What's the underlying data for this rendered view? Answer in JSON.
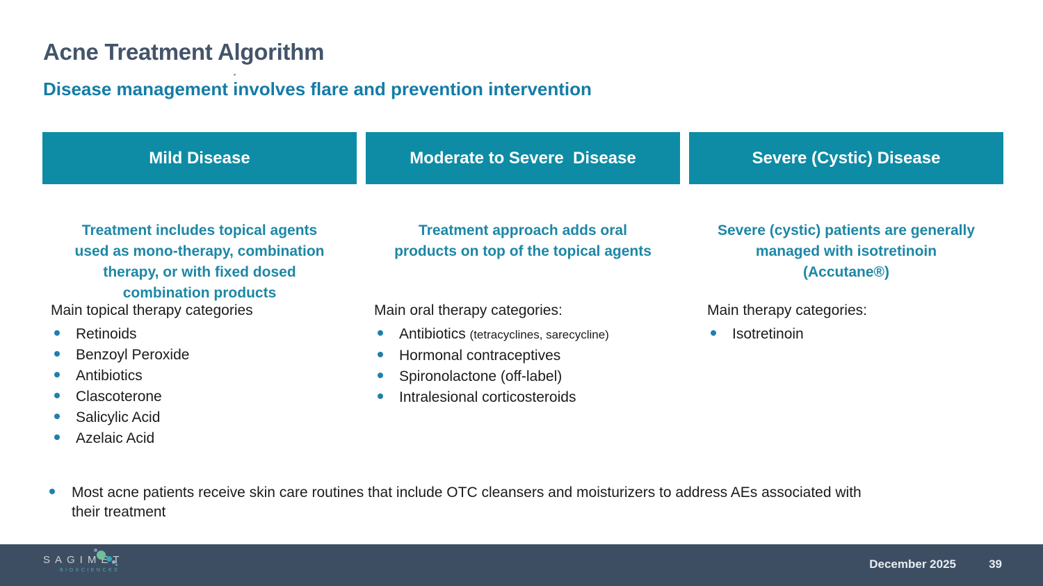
{
  "slide": {
    "title": "Acne Treatment Algorithm",
    "subtitle": "Disease management involves flare and prevention intervention"
  },
  "columns": [
    {
      "header": "Mild Disease",
      "summary": "Treatment includes topical agents\nused as mono-therapy, combination\ntherapy, or with fixed dosed\ncombination products",
      "list_heading": "Main topical therapy categories",
      "items": [
        {
          "text": "Retinoids"
        },
        {
          "text": "Benzoyl Peroxide"
        },
        {
          "text": "Antibiotics"
        },
        {
          "text": "Clascoterone"
        },
        {
          "text": "Salicylic Acid"
        },
        {
          "text": "Azelaic Acid"
        }
      ]
    },
    {
      "header": "Moderate to Severe  Disease",
      "summary": "Treatment approach adds oral\nproducts on top of the topical agents",
      "list_heading": "Main oral therapy categories:",
      "items": [
        {
          "text": "Antibiotics ",
          "note": "(tetracyclines, sarecycline)"
        },
        {
          "text": "Hormonal contraceptives"
        },
        {
          "text": "Spironolactone (off-label)"
        },
        {
          "text": "Intralesional corticosteroids"
        }
      ]
    },
    {
      "header": "Severe (Cystic) Disease",
      "summary": "Severe (cystic) patients are generally\nmanaged with isotretinoin\n(Accutane®)",
      "list_heading": "Main therapy categories:",
      "items": [
        {
          "text": "Isotretinoin"
        }
      ]
    }
  ],
  "footnote": "Most acne patients receive skin care routines that include OTC cleansers and moisturizers to address AEs associated with\ntheir treatment",
  "footer": {
    "logo_text": "SAGIMET",
    "logo_subtext": "BIOSCIENCES",
    "date": "December 2025",
    "page_number": "39"
  },
  "colors": {
    "header_bar": "#0E8CA5",
    "title": "#44546A",
    "subtitle": "#147CA6",
    "summary": "#1C87A5",
    "bullet": "#1F80AD",
    "body": "#1A1A1A",
    "footer_bg": "#3E4E62",
    "footer_text": "#E9EDF3"
  }
}
